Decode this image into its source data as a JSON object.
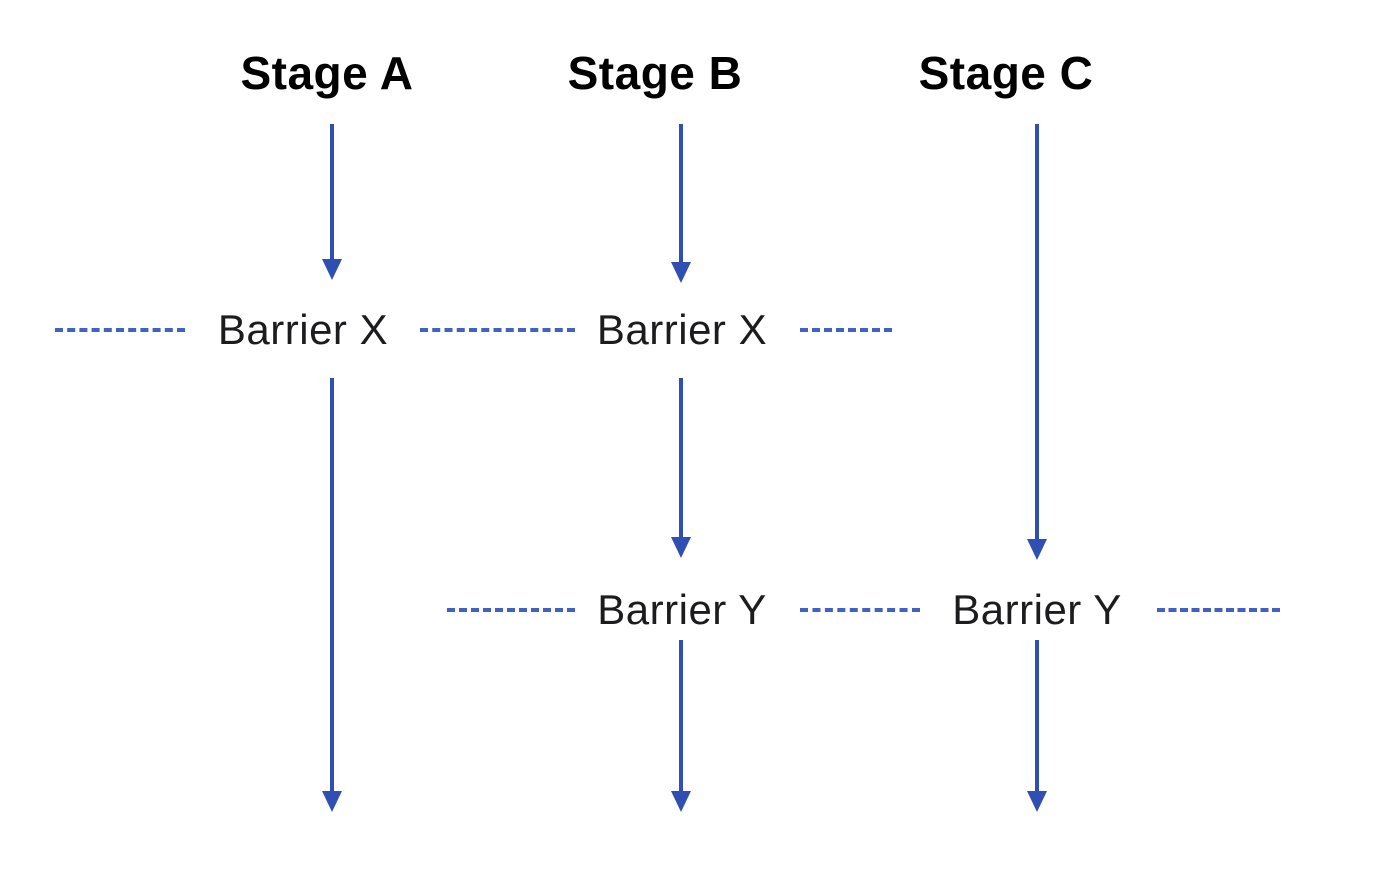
{
  "colors": {
    "background": "#ffffff",
    "arrow": "#2f50b2",
    "dash": "#4061c6",
    "stage_label": "#000000",
    "barrier_label": "#1c1c1e"
  },
  "diagram": {
    "type": "flow-timeline",
    "stages": [
      {
        "label": "Stage A"
      },
      {
        "label": "Stage B"
      },
      {
        "label": "Stage C"
      }
    ],
    "barrier_rows": [
      {
        "id": "barrier-x",
        "labels": [
          "Barrier X",
          "Barrier X"
        ]
      },
      {
        "id": "barrier-y",
        "labels": [
          "Barrier Y",
          "Barrier Y"
        ]
      }
    ]
  }
}
